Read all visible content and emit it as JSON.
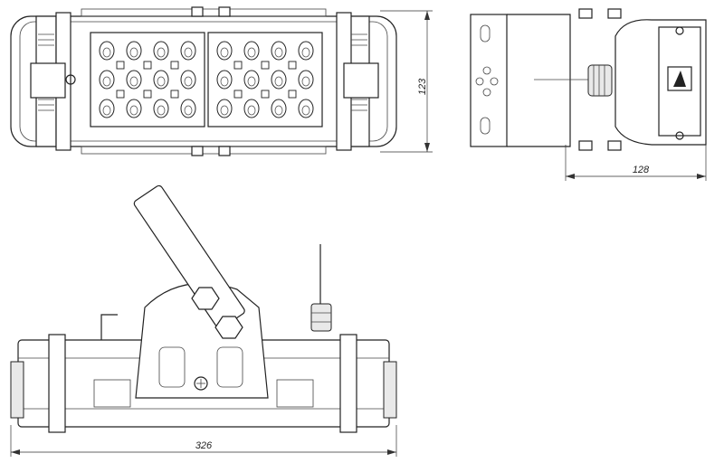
{
  "dimensions": {
    "height_label": "123",
    "depth_label": "128",
    "length_label": "326"
  }
}
